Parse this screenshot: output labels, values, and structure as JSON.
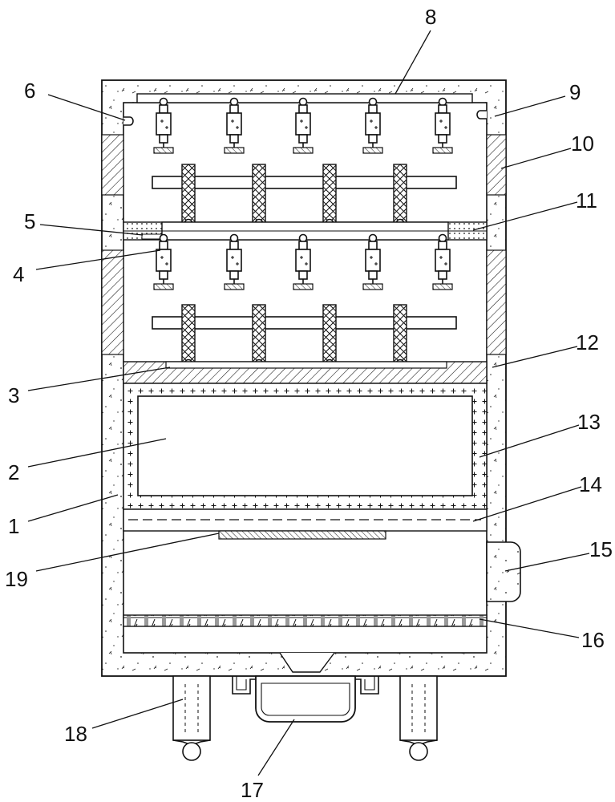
{
  "callouts": [
    {
      "id": "c1",
      "text": "1"
    },
    {
      "id": "c2",
      "text": "2"
    },
    {
      "id": "c3",
      "text": "3"
    },
    {
      "id": "c4",
      "text": "4"
    },
    {
      "id": "c5",
      "text": "5"
    },
    {
      "id": "c6",
      "text": "6"
    },
    {
      "id": "c8",
      "text": "8"
    },
    {
      "id": "c9",
      "text": "9"
    },
    {
      "id": "c10",
      "text": "10"
    },
    {
      "id": "c11",
      "text": "11"
    },
    {
      "id": "c12",
      "text": "12"
    },
    {
      "id": "c13",
      "text": "13"
    },
    {
      "id": "c14",
      "text": "14"
    },
    {
      "id": "c15",
      "text": "15"
    },
    {
      "id": "c16",
      "text": "16"
    },
    {
      "id": "c17",
      "text": "17"
    },
    {
      "id": "c18",
      "text": "18"
    },
    {
      "id": "c19",
      "text": "19"
    }
  ],
  "colors": {
    "line": "#111111",
    "background": "#ffffff"
  }
}
